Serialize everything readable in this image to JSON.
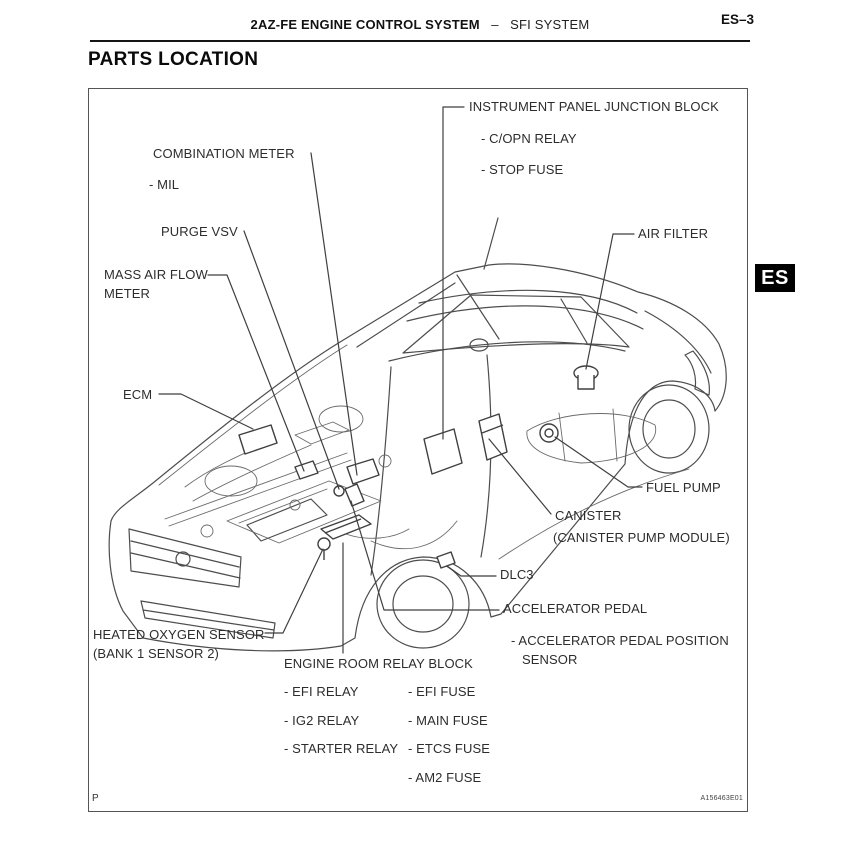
{
  "header": {
    "system_title": "2AZ-FE ENGINE CONTROL SYSTEM",
    "separator": "–",
    "subsystem_title": "SFI SYSTEM",
    "page_code": "ES–3"
  },
  "page": {
    "section_title": "PARTS LOCATION",
    "side_tab": "ES",
    "footer_mark": "P",
    "figure_code": "A156463E01"
  },
  "callouts": {
    "instrument_panel_junction_block": {
      "label": "INSTRUMENT PANEL JUNCTION BLOCK",
      "items": [
        "- C/OPN RELAY",
        "- STOP FUSE"
      ]
    },
    "combination_meter": {
      "label": "COMBINATION METER",
      "items": [
        "- MIL"
      ]
    },
    "purge_vsv": {
      "label": "PURGE VSV"
    },
    "mass_air_flow_meter": {
      "label": "MASS AIR FLOW\nMETER"
    },
    "air_filter": {
      "label": "AIR FILTER"
    },
    "ecm": {
      "label": "ECM"
    },
    "fuel_pump": {
      "label": "FUEL PUMP"
    },
    "canister": {
      "label": "CANISTER",
      "sub_label": "(CANISTER PUMP MODULE)"
    },
    "dlc3": {
      "label": "DLC3"
    },
    "accelerator_pedal": {
      "label": "ACCELERATOR PEDAL",
      "items": [
        "- ACCELERATOR PEDAL POSITION\nSENSOR"
      ]
    },
    "heated_oxygen_sensor": {
      "label": "HEATED OXYGEN SENSOR",
      "sub_label": "(BANK 1 SENSOR 2)"
    },
    "engine_room_relay_block": {
      "label": "ENGINE ROOM RELAY BLOCK",
      "relays": [
        "- EFI RELAY",
        "- IG2 RELAY",
        "- STARTER RELAY"
      ],
      "fuses": [
        "- EFI FUSE",
        "- MAIN FUSE",
        "- ETCS FUSE",
        "- AM2 FUSE"
      ]
    }
  },
  "colors": {
    "line_art": "#4d4d4d",
    "text": "#2d2d2d",
    "tab_bg": "#000000",
    "tab_text": "#ffffff"
  }
}
